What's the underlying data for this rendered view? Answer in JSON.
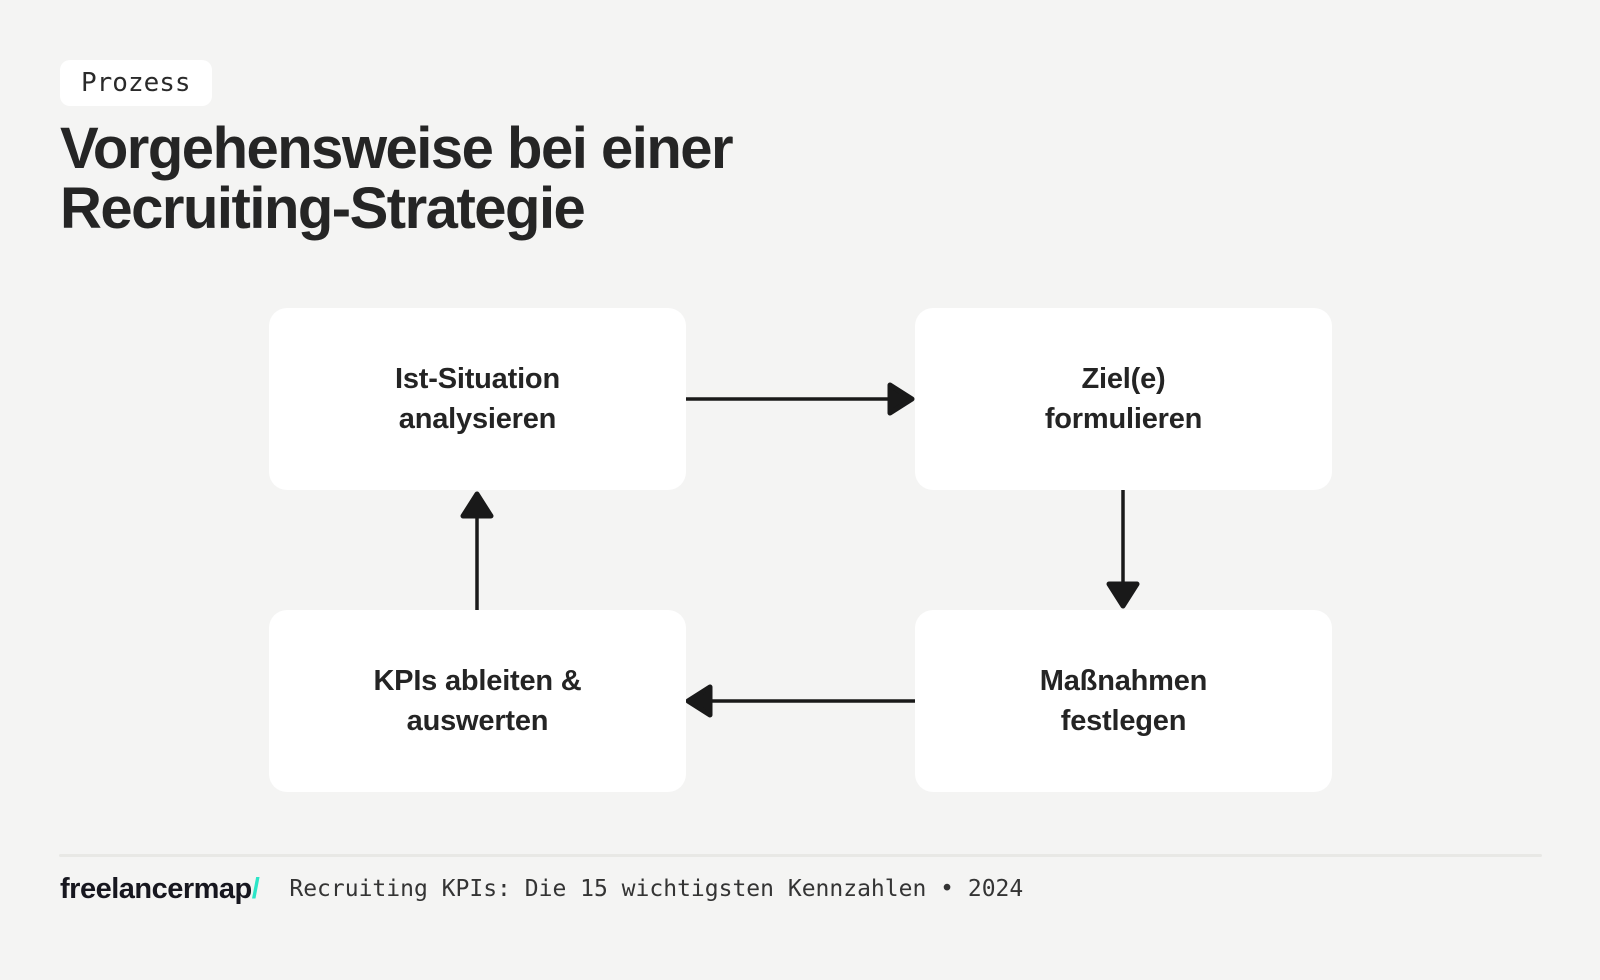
{
  "colors": {
    "background": "#f4f4f3",
    "card": "#ffffff",
    "text": "#242424",
    "arrow": "#191919",
    "divider": "#e8e8e5",
    "accent": "#2ce5c7"
  },
  "header": {
    "badge_label": "Prozess",
    "title_line1": "Vorgehensweise bei einer",
    "title_line2": "Recruiting-Strategie"
  },
  "diagram": {
    "nodes": [
      {
        "id": "ist-situation-analysieren",
        "line1": "Ist-Situation",
        "line2": "analysieren"
      },
      {
        "id": "ziele-formulieren",
        "line1": "Ziel(e)",
        "line2": "formulieren"
      },
      {
        "id": "massnahmen-festlegen",
        "line1": "Maßnahmen",
        "line2": "festlegen"
      },
      {
        "id": "kpis-ableiten-auswerten",
        "line1": "KPIs ableiten &",
        "line2": "auswerten"
      }
    ],
    "edges": [
      {
        "from": "ist-situation-analysieren",
        "to": "ziele-formulieren",
        "direction": "right"
      },
      {
        "from": "ziele-formulieren",
        "to": "massnahmen-festlegen",
        "direction": "down"
      },
      {
        "from": "massnahmen-festlegen",
        "to": "kpis-ableiten-auswerten",
        "direction": "left"
      },
      {
        "from": "kpis-ableiten-auswerten",
        "to": "ist-situation-analysieren",
        "direction": "up"
      }
    ]
  },
  "footer": {
    "logo_text": "freelancermap",
    "logo_slash": "/",
    "source_text": "Recruiting KPIs: Die 15 wichtigsten Kennzahlen • 2024"
  }
}
